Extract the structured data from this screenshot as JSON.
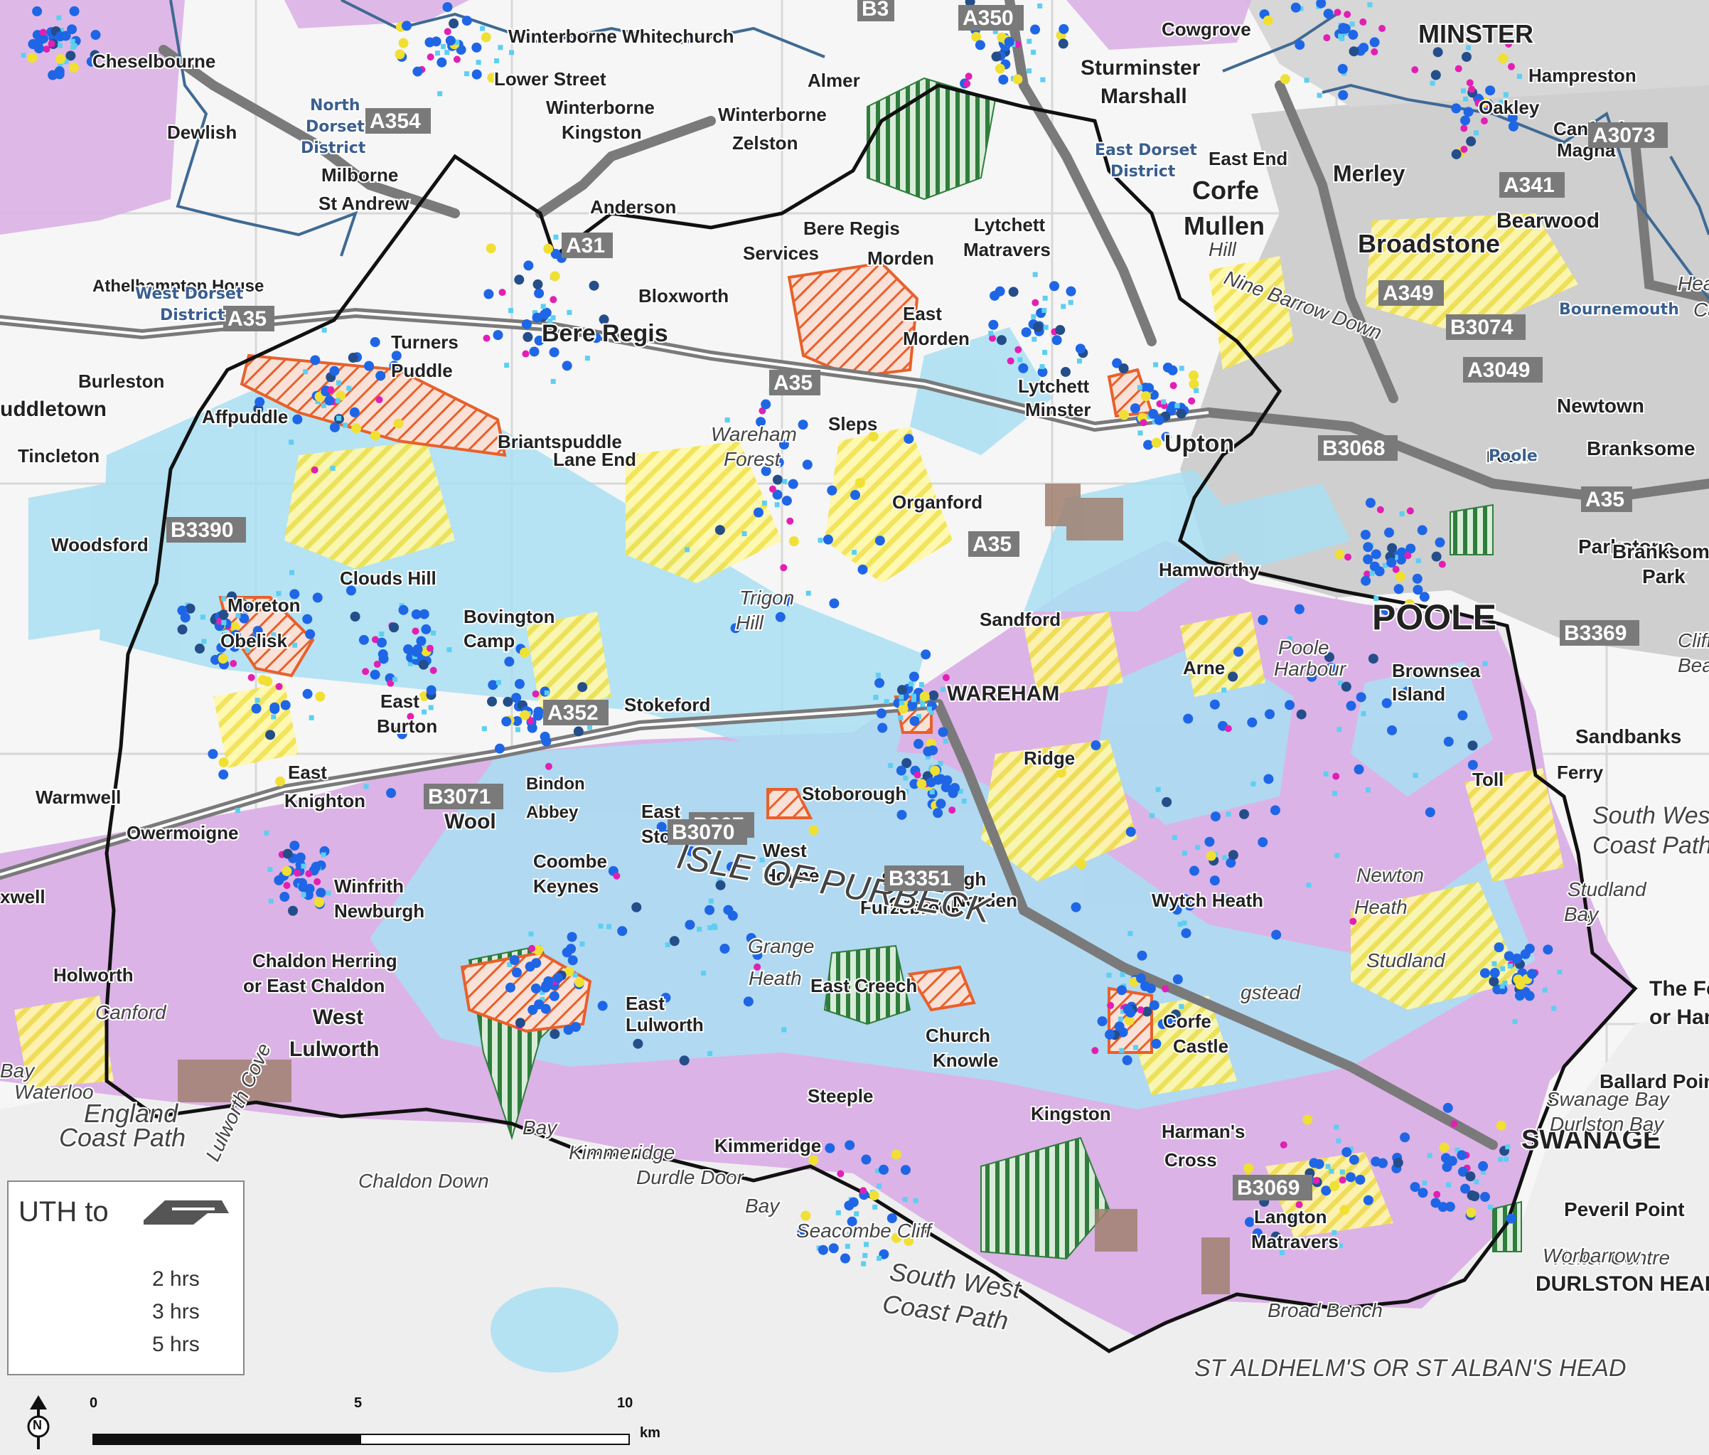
{
  "map": {
    "places": [
      {
        "name": "Cheselbourne",
        "size": 26
      },
      {
        "name": "Dewlish",
        "size": 26
      },
      {
        "name": "Winterborne Whitechurch",
        "size": 26
      },
      {
        "name": "Lower Street",
        "size": 26
      },
      {
        "name": "Winterborne",
        "size": 26
      },
      {
        "name": "Kingston",
        "size": 26
      },
      {
        "name": "Almer",
        "size": 26
      },
      {
        "name": "Winterborne",
        "size": 26
      },
      {
        "name": "Zelston",
        "size": 26
      },
      {
        "name": "Cowgrove",
        "size": 26
      },
      {
        "name": "Sturminster",
        "size": 30
      },
      {
        "name": "Marshall",
        "size": 30
      },
      {
        "name": "MINSTER",
        "size": 36
      },
      {
        "name": "Hampreston",
        "size": 26
      },
      {
        "name": "Canford",
        "size": 26
      },
      {
        "name": "Magna",
        "size": 26
      },
      {
        "name": "Oakley",
        "size": 26
      },
      {
        "name": "Milborne",
        "size": 26
      },
      {
        "name": "St Andrew",
        "size": 26
      },
      {
        "name": "Anderson",
        "size": 26
      },
      {
        "name": "Bere Regis",
        "size": 26
      },
      {
        "name": "Services",
        "size": 26
      },
      {
        "name": "Morden",
        "size": 26
      },
      {
        "name": "Lytchett",
        "size": 26
      },
      {
        "name": "Matravers",
        "size": 26
      },
      {
        "name": "East End",
        "size": 26
      },
      {
        "name": "Corfe",
        "size": 36
      },
      {
        "name": "Mullen",
        "size": 36
      },
      {
        "name": "Merley",
        "size": 32
      },
      {
        "name": "Broadstone",
        "size": 36
      },
      {
        "name": "Bearwood",
        "size": 30
      },
      {
        "name": "Athelhampton House",
        "size": 24
      },
      {
        "name": "Bloxworth",
        "size": 26
      },
      {
        "name": "East",
        "size": 26
      },
      {
        "name": "Morden",
        "size": 26
      },
      {
        "name": "Bere Regis",
        "size": 34
      },
      {
        "name": "Turners",
        "size": 26
      },
      {
        "name": "Puddle",
        "size": 26
      },
      {
        "name": "Affpuddle",
        "size": 26
      },
      {
        "name": "Burleston",
        "size": 26
      },
      {
        "name": "uddletown",
        "size": 30
      },
      {
        "name": "Briantspuddle",
        "size": 26
      },
      {
        "name": "Lytchett",
        "size": 26
      },
      {
        "name": "Minster",
        "size": 26
      },
      {
        "name": "Upton",
        "size": 34
      },
      {
        "name": "Newtown",
        "size": 28
      },
      {
        "name": "Poole",
        "size": 22
      },
      {
        "name": "Branksome",
        "size": 28
      },
      {
        "name": "Tincleton",
        "size": 26
      },
      {
        "name": "Lane End",
        "size": 26
      },
      {
        "name": "Sleps",
        "size": 26
      },
      {
        "name": "Organford",
        "size": 26
      },
      {
        "name": "Woodsford",
        "size": 26
      },
      {
        "name": "Clouds Hill",
        "size": 26
      },
      {
        "name": "Bovington",
        "size": 26
      },
      {
        "name": "Camp",
        "size": 26
      },
      {
        "name": "Hamworthy",
        "size": 26
      },
      {
        "name": "Parkstone",
        "size": 28
      },
      {
        "name": "Branksome",
        "size": 28
      },
      {
        "name": "Park",
        "size": 28
      },
      {
        "name": "Sandford",
        "size": 26
      },
      {
        "name": "POOLE",
        "size": 50
      },
      {
        "name": "Moreton",
        "size": 26
      },
      {
        "name": "Obelisk",
        "size": 26
      },
      {
        "name": "East",
        "size": 26
      },
      {
        "name": "Burton",
        "size": 26
      },
      {
        "name": "Stokeford",
        "size": 26
      },
      {
        "name": "WAREHAM",
        "size": 30
      },
      {
        "name": "Arne",
        "size": 26
      },
      {
        "name": "Brownsea",
        "size": 26
      },
      {
        "name": "Island",
        "size": 26
      },
      {
        "name": "Sandbanks",
        "size": 28
      },
      {
        "name": "Warmwell",
        "size": 26
      },
      {
        "name": "East",
        "size": 26
      },
      {
        "name": "Knighton",
        "size": 26
      },
      {
        "name": "Wool",
        "size": 30
      },
      {
        "name": "Bindon",
        "size": 24
      },
      {
        "name": "Abbey",
        "size": 24
      },
      {
        "name": "East",
        "size": 26
      },
      {
        "name": "Stoke",
        "size": 26
      },
      {
        "name": "Stoborough",
        "size": 26
      },
      {
        "name": "Ridge",
        "size": 26
      },
      {
        "name": "Toll",
        "size": 26
      },
      {
        "name": "Ferry",
        "size": 26
      },
      {
        "name": "Owermoigne",
        "size": 26
      },
      {
        "name": "Winfrith",
        "size": 26
      },
      {
        "name": "Newburgh",
        "size": 26
      },
      {
        "name": "Coombe",
        "size": 26
      },
      {
        "name": "Keynes",
        "size": 26
      },
      {
        "name": "West",
        "size": 26
      },
      {
        "name": "Holme",
        "size": 26
      },
      {
        "name": "Stoborough",
        "size": 26
      },
      {
        "name": "Green",
        "size": 26
      },
      {
        "name": "Furzebrook",
        "size": 26
      },
      {
        "name": "Norden",
        "size": 26
      },
      {
        "name": "Wytch Heath",
        "size": 26
      },
      {
        "name": "xwell",
        "size": 26
      },
      {
        "name": "Chaldon Herring",
        "size": 26
      },
      {
        "name": "or East Chaldon",
        "size": 26
      },
      {
        "name": "West",
        "size": 30
      },
      {
        "name": "Lulworth",
        "size": 30
      },
      {
        "name": "Holworth",
        "size": 26
      },
      {
        "name": "East",
        "size": 26
      },
      {
        "name": "Lulworth",
        "size": 26
      },
      {
        "name": "East Creech",
        "size": 26
      },
      {
        "name": "Church",
        "size": 26
      },
      {
        "name": "Knowle",
        "size": 26
      },
      {
        "name": "Corfe",
        "size": 26
      },
      {
        "name": "Castle",
        "size": 26
      },
      {
        "name": "Steeple",
        "size": 26
      },
      {
        "name": "Kingston",
        "size": 26
      },
      {
        "name": "Harman's",
        "size": 26
      },
      {
        "name": "Cross",
        "size": 26
      },
      {
        "name": "SWANAGE",
        "size": 38
      },
      {
        "name": "Kimmeridge",
        "size": 26
      },
      {
        "name": "Langton",
        "size": 26
      },
      {
        "name": "Matravers",
        "size": 26
      },
      {
        "name": "Peveril Point",
        "size": 28
      },
      {
        "name": "DURLSTON HEAD",
        "size": 30
      },
      {
        "name": "Ballard Point",
        "size": 28
      },
      {
        "name": "The Foreland",
        "size": 30
      },
      {
        "name": "or Handfast",
        "size": 30
      }
    ],
    "italic_labels": [
      "Wareham",
      "Forest",
      "Trigon",
      "Hill",
      "Poole",
      "Harbour",
      "Grange",
      "Heath",
      "Newton",
      "Heath",
      "Studland",
      "Studland",
      "Bay",
      "Swanage Bay",
      "Durlston Bay",
      "Visitor Centre",
      "Worbarrow",
      "Bay",
      "Kimmeridge",
      "Bay",
      "Seacombe Cliff",
      "Broad Bench",
      "Durdle Door",
      "Lulworth Cove",
      "Chaldon Down",
      "Canford",
      "Heath",
      "Canford",
      "Cliffs",
      "Beacon",
      "Hill",
      "Nine Barrow Down",
      "gstead",
      "Bay",
      "Waterloo"
    ],
    "big_italic": [
      "South West",
      "Coast Path",
      "South West",
      "Coast Path",
      "England",
      "Coast Path",
      "ST ALDHELM'S OR ST ALBAN'S HEAD",
      "ISLE OF PURBECK"
    ],
    "roads": [
      "A350",
      "A35",
      "B3",
      "A31",
      "A35",
      "A35",
      "A352",
      "A3049",
      "A349",
      "A341",
      "A35",
      "B307",
      "B3069",
      "A354",
      "B3390",
      "B3071",
      "B3068",
      "B3074",
      "A3073",
      "B3369",
      "B3351",
      "B3070"
    ],
    "districts": [
      "North",
      "Dorset",
      "District",
      "East Dorset",
      "District",
      "West Dorset",
      "District",
      "Bournemouth",
      "Poole"
    ],
    "legend": {
      "title": "UTH to",
      "hrs": [
        "2 hrs",
        "3 hrs",
        "5 hrs"
      ]
    },
    "scale": {
      "labels": [
        "0",
        "5",
        "10"
      ],
      "unit": "km"
    },
    "north_label": "N"
  }
}
